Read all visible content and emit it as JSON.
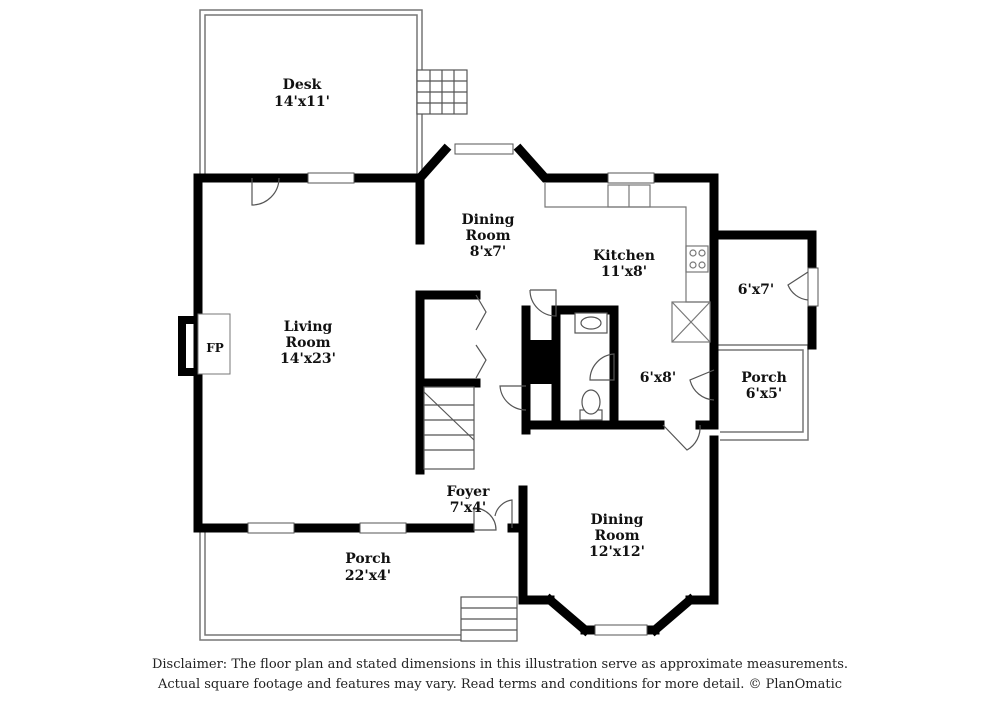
{
  "rooms": {
    "desk": {
      "name": "Desk",
      "size": "14'x11'"
    },
    "dining_top": {
      "name_line1": "Dining",
      "name_line2": "Room",
      "size": "8'x7'"
    },
    "kitchen": {
      "name": "Kitchen",
      "size": "11'x8'"
    },
    "room_small": {
      "size": "6'x7'"
    },
    "living": {
      "name_line1": "Living",
      "name_line2": "Room",
      "size": "14'x23'"
    },
    "fireplace": {
      "name": "FP"
    },
    "bath": {
      "size": "6'x8'"
    },
    "porch_side": {
      "name": "Porch",
      "size": "6'x5'"
    },
    "foyer": {
      "name": "Foyer",
      "size": "7'x4'"
    },
    "dining_bottom": {
      "name_line1": "Dining",
      "name_line2": "Room",
      "size": "12'x12'"
    },
    "porch_front": {
      "name": "Porch",
      "size": "22'x4'"
    }
  },
  "disclaimer": {
    "line1": "Disclaimer: The floor plan and stated dimensions in this illustration serve as approximate measurements.",
    "line2": "Actual square footage and features may vary. Read terms and conditions for more detail. © PlanOmatic"
  }
}
